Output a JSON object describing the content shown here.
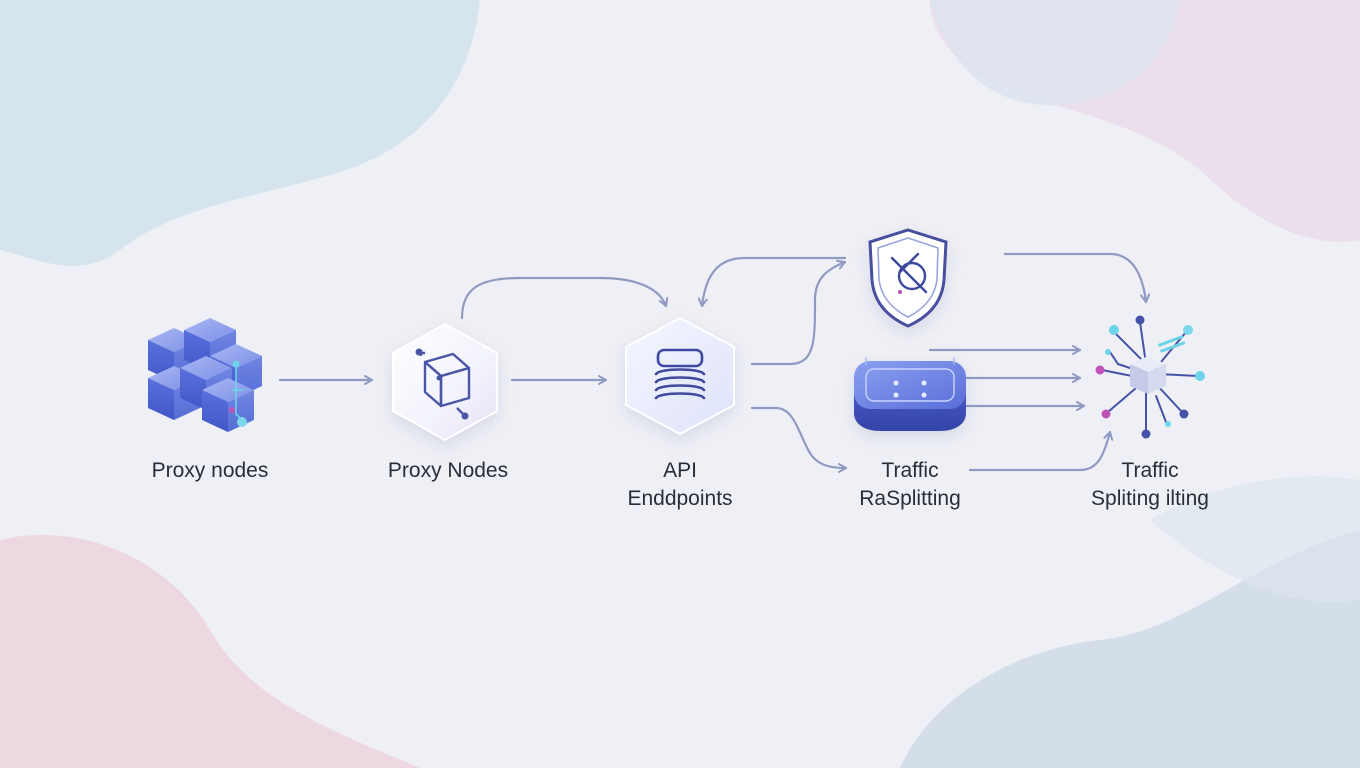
{
  "nodes": [
    {
      "id": "proxy-nodes-cluster",
      "icon": "cube-cluster-icon",
      "lines": [
        "Proxy nodes"
      ]
    },
    {
      "id": "proxy-nodes",
      "icon": "hexagon-cube-icon",
      "lines": [
        "Proxy Nodes"
      ]
    },
    {
      "id": "api-endpoints",
      "icon": "hexagon-database-icon",
      "lines": [
        "API",
        "Enddpoints"
      ]
    },
    {
      "id": "security-shield",
      "icon": "shield-icon",
      "lines": []
    },
    {
      "id": "traffic-rasplitting",
      "icon": "router-chip-icon",
      "lines": [
        "Traffic",
        "RaSplitting"
      ]
    },
    {
      "id": "traffic-splitting",
      "icon": "network-hub-icon",
      "lines": [
        "Traffic",
        "Spliting ilting"
      ]
    }
  ],
  "colors": {
    "arrow": "#8f9ac2",
    "cube_blue": "#4a5fd0",
    "cube_light": "#8fa2ee",
    "hex_fill": "#f4f5ff",
    "outline": "#4b55a8",
    "accent_cyan": "#6cd3e8",
    "accent_magenta": "#c052b8",
    "text": "#2a2d38"
  }
}
